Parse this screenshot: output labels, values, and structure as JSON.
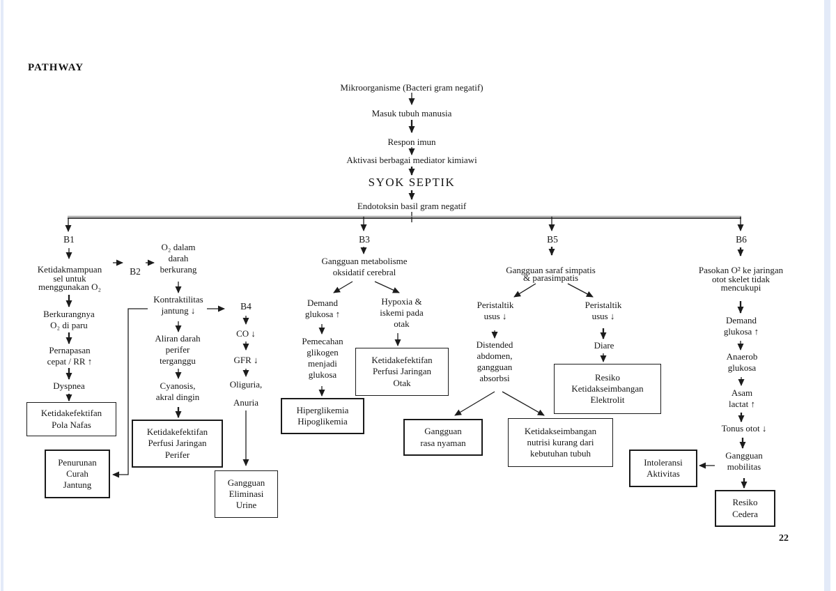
{
  "page": {
    "title": "PATHWAY",
    "page_number": "22"
  },
  "top_chain": {
    "mikroorganisme": "Mikroorganisme (Bacteri gram negatif)",
    "masuk_tubuh": "Masuk tubuh manusia",
    "respon_imun": "Respon imun",
    "aktivasi": "Aktivasi berbagai mediator kimiawi",
    "syok_septik": "SYOK SEPTIK",
    "endotoksin": "Endotoksin basil gram negatif"
  },
  "b1": {
    "label": "B1",
    "ketidakmampuan": "Ketidakmampuan\nsel untuk\nmenggunakan O₂",
    "berkurangnya": "Berkurangnya\nO₂ di paru",
    "pernapasan": "Pernapasan\ncepat / RR ↑",
    "dyspnea": "Dyspnea",
    "box_pola_nafas": "Ketidakefektifan\nPola Nafas",
    "box_penurunan_curah": "Penurunan\nCurah\nJantung"
  },
  "b2": {
    "label": "B2",
    "o2_dalam_darah": "O₂ dalam\ndarah\nberkurang",
    "kontraktilitas": "Kontraktilitas\njantung ↓",
    "aliran_darah": "Aliran darah\nperifer\nterganggu",
    "cyanosis": "Cyanosis,\nakral dingin",
    "box_perfusi_perifer": "Ketidakefektifan\nPerfusi Jaringan\nPerifer"
  },
  "b4": {
    "label": "B4",
    "co": "CO ↓",
    "gfr": "GFR ↓",
    "oliguria": "Oliguria,",
    "anuria": "Anuria",
    "box_eliminasi_urine": "Gangguan\nEliminasi\nUrine"
  },
  "b3": {
    "label": "B3",
    "gangguan_metabolisme": "Gangguan metabolisme\noksidatif cerebral",
    "demand_glukosa": "Demand\nglukosa ↑",
    "pemecahan": "Pemecahan\nglikogen\nmenjadi\nglukosa",
    "box_hiperglikemia": "Hiperglikemia\nHipoglikemia",
    "hypoxia": "Hypoxia &\niskemi pada\notak",
    "box_perfusi_otak": "Ketidakefektifan\nPerfusi Jaringan\nOtak"
  },
  "b5": {
    "label": "B5",
    "gangguan_saraf": "Gangguan saraf simpatis\n& parasimpatis",
    "peristaltik_kiri": "Peristaltik\nusus ↓",
    "distended": "Distended\nabdomen,\ngangguan\nabsorbsi",
    "box_rasa_nyaman": "Gangguan\nrasa nyaman",
    "box_nutrisi": "Ketidakseimbangan\nnutrisi kurang dari\nkebutuhan tubuh",
    "peristaltik_kanan": "Peristaltik\nusus ↓",
    "diare": "Diare",
    "box_elektrolit": "Resiko\nKetidakseimbangan\nElektrolit"
  },
  "b6": {
    "label": "B6",
    "pasokan": "Pasokan O² ke jaringan\notot skelet tidak\nmencukupi",
    "demand_glukosa": "Demand\nglukosa ↑",
    "anaerob": "Anaerob\nglukosa",
    "asam_lactat": "Asam\nlactat ↑",
    "tonus_otot": "Tonus otot ↓",
    "gangguan_mobilitas": "Gangguan\nmobilitas",
    "box_intoleransi": "Intoleransi\nAktivitas",
    "box_resiko_cedera": "Resiko\nCedera"
  }
}
